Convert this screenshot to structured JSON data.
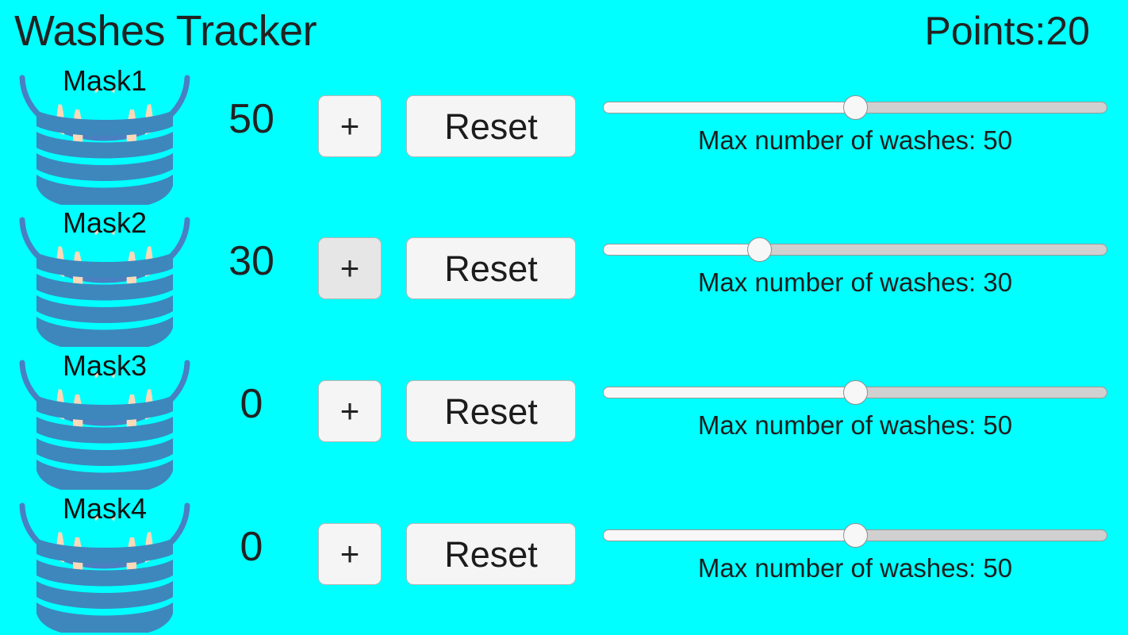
{
  "header": {
    "title": "Washes Tracker",
    "points_label": "Points:20",
    "points_value": 20
  },
  "colors": {
    "background": "#00FFFF",
    "text": "#222222",
    "button_face": "#f5f5f5",
    "button_face_hover": "#e6e6e6",
    "button_border": "#b7b7b7",
    "slider_track": "#d0d0d0",
    "slider_fill": "#f7f7f7",
    "slider_thumb": "#f7f7f7",
    "mask_body": "#3d87bd",
    "mask_strap": "#4a7fc1",
    "mask_ear": "#fcd9b8"
  },
  "icons": {
    "mask": "face-mask-icon",
    "plus": "plus-icon"
  },
  "rows": [
    {
      "mask_label": "Mask1",
      "count": "50",
      "plus_label": "+",
      "plus_state": "normal",
      "reset_label": "Reset",
      "slider": {
        "value": 50,
        "min": 0,
        "max": 100,
        "percent": 50,
        "caption": "Max number of washes: 50"
      }
    },
    {
      "mask_label": "Mask2",
      "count": "30",
      "plus_label": "+",
      "plus_state": "hovered",
      "reset_label": "Reset",
      "slider": {
        "value": 30,
        "min": 0,
        "max": 100,
        "percent": 31,
        "caption": "Max number of washes: 30"
      }
    },
    {
      "mask_label": "Mask3",
      "count": "0",
      "plus_label": "+",
      "plus_state": "normal",
      "reset_label": "Reset",
      "slider": {
        "value": 50,
        "min": 0,
        "max": 100,
        "percent": 50,
        "caption": "Max number of washes: 50"
      }
    },
    {
      "mask_label": "Mask4",
      "count": "0",
      "plus_label": "+",
      "plus_state": "normal",
      "reset_label": "Reset",
      "slider": {
        "value": 50,
        "min": 0,
        "max": 100,
        "percent": 50,
        "caption": "Max number of washes: 50"
      }
    }
  ]
}
